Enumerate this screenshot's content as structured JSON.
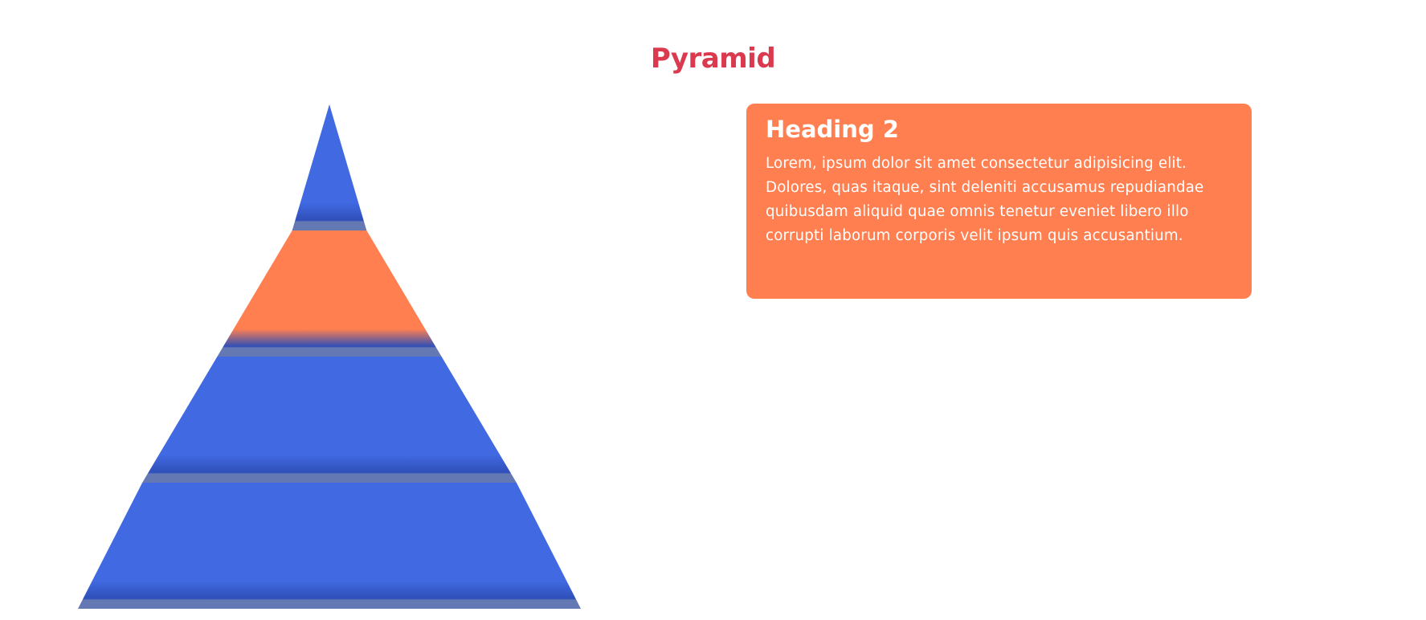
{
  "page": {
    "title": "Pyramid"
  },
  "colors": {
    "title": "#db3a4e",
    "layer_blue": "#4169e1",
    "layer_active": "#ff7f50",
    "layer_shadow": "#2f4fb8",
    "card_background": "#ff7f50",
    "card_text": "#ffffff"
  },
  "pyramid": {
    "layers": [
      {
        "id": "layer-1",
        "active": false
      },
      {
        "id": "layer-2",
        "active": true
      },
      {
        "id": "layer-3",
        "active": false
      },
      {
        "id": "layer-4",
        "active": false
      }
    ]
  },
  "info_card": {
    "heading": "Heading 2",
    "body": "Lorem, ipsum dolor sit amet consectetur adipisicing elit. Dolores, quas itaque, sint deleniti accusamus repudiandae quibusdam aliquid quae omnis tenetur eveniet libero illo corrupti laborum corporis velit ipsum quis accusantium."
  }
}
